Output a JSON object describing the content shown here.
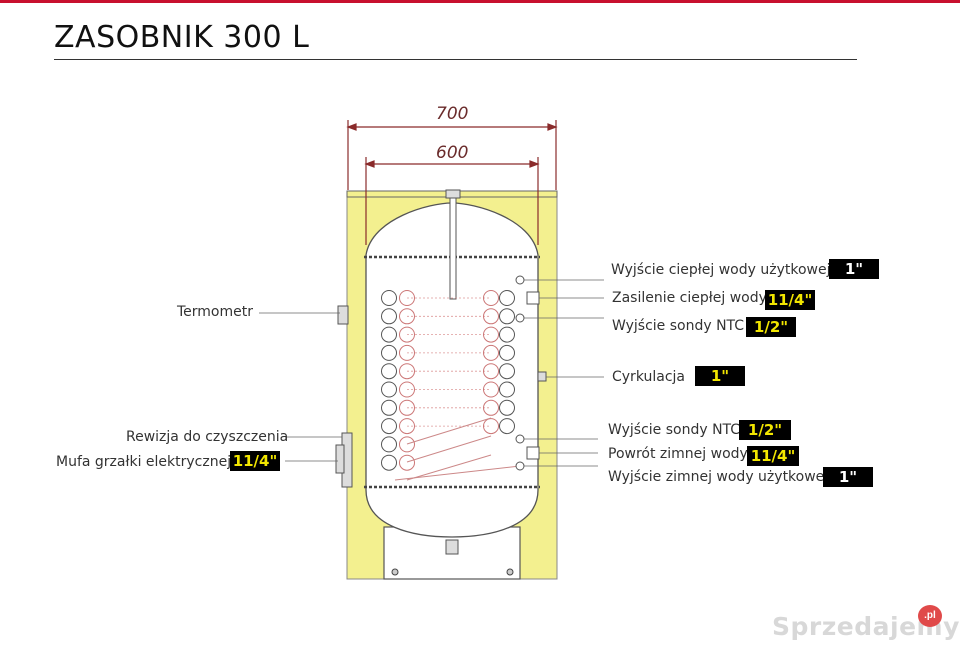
{
  "title": "ZASOBNIK 300 L",
  "dimensions": {
    "outer": "700",
    "inner": "600"
  },
  "labels_left": {
    "termometr": "Termometr",
    "rewizja": "Rewizja do czyszczenia",
    "mufa": "Mufa grzałki elektrycznej",
    "mufa_size": "11/4\""
  },
  "labels_right": [
    {
      "text": "Wyjście ciepłej wody użytkowej",
      "size": "1\""
    },
    {
      "text": "Zasilenie ciepłej wody",
      "size": "11/4\""
    },
    {
      "text": "Wyjście sondy NTC",
      "size": "1/2\""
    },
    {
      "text": "Cyrkulacja",
      "size": "1\""
    },
    {
      "text": "Wyjście sondy NTC",
      "size": "1/2\""
    },
    {
      "text": "Powrót zimnej wody",
      "size": "11/4\""
    },
    {
      "text": "Wyjście zimnej wody użytkowej",
      "size": "1\""
    }
  ],
  "watermark": {
    "text": "Sprzedajemy",
    "suffix": ".pl"
  },
  "colors": {
    "insulation": "#f3f08f",
    "dimension": "#8a2b2b",
    "accent": "#c8102e",
    "badge": "#000000"
  }
}
